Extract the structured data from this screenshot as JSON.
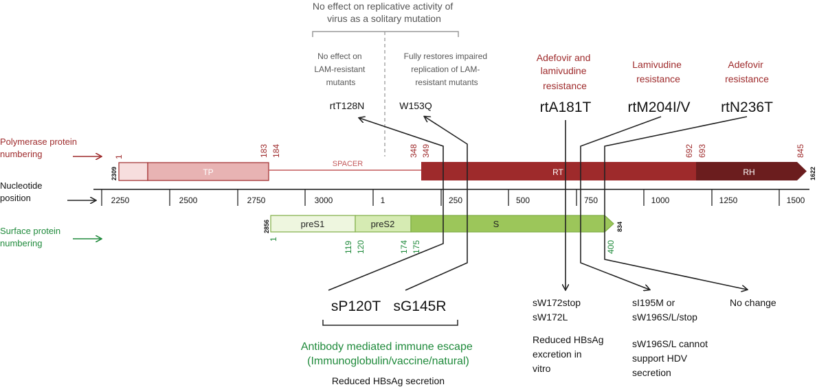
{
  "tracks": {
    "polymerase_label": [
      "Polymerase protein",
      "numbering"
    ],
    "nucleotide_label": [
      "Nucleotide",
      "position"
    ],
    "surface_label": [
      "Surface protein",
      "numbering"
    ]
  },
  "colors": {
    "red": "#9e2a2b",
    "green": "#1f8a3b",
    "tp_fill": "#e8b3b3",
    "tp_light": "#f7dede",
    "rt_fill": "#9e2a2b",
    "rh_fill": "#6b1d1e",
    "pres1_fill": "#eef6df",
    "pres2_fill": "#d6ebb3",
    "s_fill": "#9cc65a"
  },
  "polymerase": {
    "domains": {
      "tp": "TP",
      "spacer": "SPACER",
      "rt": "RT",
      "rh": "RH"
    },
    "numbers": {
      "n1": "1",
      "n183": "183",
      "n184": "184",
      "n348": "348",
      "n349": "349",
      "n692": "692",
      "n693": "693",
      "n845": "845"
    },
    "start_nt": "2309",
    "end_nt": "1622"
  },
  "axis": {
    "ticks": [
      "2250",
      "2500",
      "2750",
      "3000",
      "1",
      "250",
      "500",
      "750",
      "1000",
      "1250",
      "1500"
    ]
  },
  "surface": {
    "domains": {
      "pres1": "preS1",
      "pres2": "preS2",
      "s": "S"
    },
    "numbers": {
      "n1": "1",
      "n119": "119",
      "n120": "120",
      "n174": "174",
      "n175": "175",
      "n400": "400"
    },
    "start_nt": "2856",
    "end_nt": "834"
  },
  "top_annotations": {
    "solitary_note": [
      "No effect on replicative activity of",
      "virus as a solitary mutation"
    ],
    "rtT128N_note": [
      "No effect on",
      "LAM-resistant",
      "mutants"
    ],
    "w153q_note": [
      "Fully restores impaired",
      "replication of LAM-",
      "resistant mutants"
    ],
    "rtA181T_note": [
      "Adefovir and",
      "lamivudine",
      "resistance"
    ],
    "rtM204_note": [
      "Lamivudine",
      "resistance"
    ],
    "rtN236T_note": [
      "Adefovir",
      "resistance"
    ]
  },
  "mutations": {
    "rtT128N": "rtT128N",
    "W153Q": "W153Q",
    "rtA181T": "rtA181T",
    "rtM204IV": "rtM204I/V",
    "rtN236T": "rtN236T",
    "sP120T": "sP120T",
    "sG145R": "sG145R"
  },
  "bottom_annotations": {
    "escape": [
      "Antibody mediated immune escape",
      "(Immunoglobulin/vaccine/natural)"
    ],
    "escape_secretion": "Reduced HBsAg secretion",
    "sW172": [
      "sW172stop",
      "sW172L"
    ],
    "sW172_note": [
      "Reduced HBsAg",
      "excretion in",
      "vitro"
    ],
    "sI195M": [
      "sI195M or",
      "sW196S/L/stop"
    ],
    "sI195M_note": [
      "sW196S/L cannot",
      "support HDV",
      "secretion"
    ],
    "no_change": "No change"
  }
}
